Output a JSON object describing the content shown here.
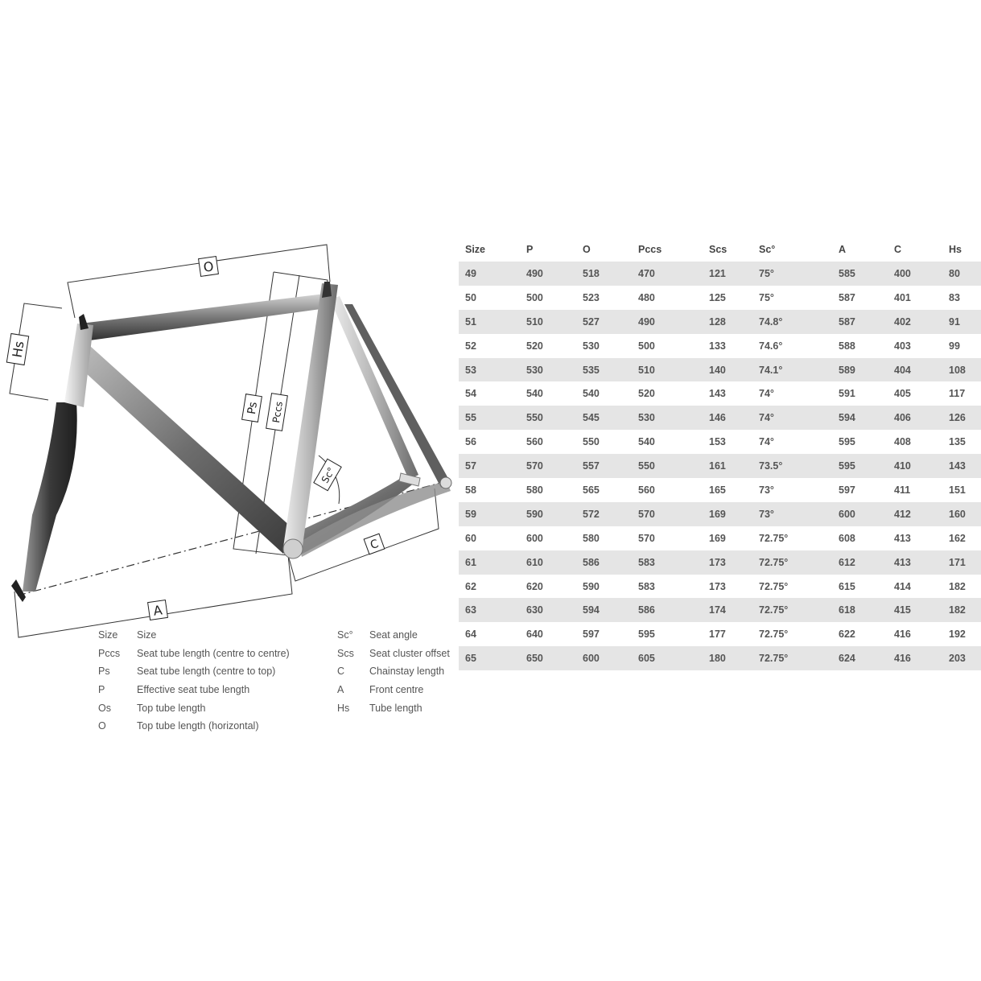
{
  "diagram_labels": {
    "O": "O",
    "Hs": "Hs",
    "Ps": "Ps",
    "Pccs": "Pccs",
    "Sc": "Sc°",
    "C": "C",
    "A": "A"
  },
  "legend": {
    "left": [
      {
        "abbr": "Size",
        "desc": "Size"
      },
      {
        "abbr": "Pccs",
        "desc": "Seat tube length (centre to centre)"
      },
      {
        "abbr": "Ps",
        "desc": "Seat tube length (centre to top)"
      },
      {
        "abbr": "P",
        "desc": "Effective seat tube length"
      },
      {
        "abbr": "Os",
        "desc": "Top tube length"
      },
      {
        "abbr": "O",
        "desc": "Top tube length (horizontal)"
      }
    ],
    "right": [
      {
        "abbr": "Sc°",
        "desc": "Seat angle"
      },
      {
        "abbr": "Scs",
        "desc": "Seat cluster offset"
      },
      {
        "abbr": "C",
        "desc": "Chainstay length"
      },
      {
        "abbr": "A",
        "desc": "Front centre"
      },
      {
        "abbr": "Hs",
        "desc": "Tube length"
      }
    ]
  },
  "table": {
    "headers": [
      "Size",
      "P",
      "O",
      "Pccs",
      "Scs",
      "Sc°",
      "A",
      "C",
      "Hs"
    ],
    "rows": [
      [
        "49",
        "490",
        "518",
        "470",
        "121",
        "75°",
        "585",
        "400",
        "80"
      ],
      [
        "50",
        "500",
        "523",
        "480",
        "125",
        "75°",
        "587",
        "401",
        "83"
      ],
      [
        "51",
        "510",
        "527",
        "490",
        "128",
        "74.8°",
        "587",
        "402",
        "91"
      ],
      [
        "52",
        "520",
        "530",
        "500",
        "133",
        "74.6°",
        "588",
        "403",
        "99"
      ],
      [
        "53",
        "530",
        "535",
        "510",
        "140",
        "74.1°",
        "589",
        "404",
        "108"
      ],
      [
        "54",
        "540",
        "540",
        "520",
        "143",
        "74°",
        "591",
        "405",
        "117"
      ],
      [
        "55",
        "550",
        "545",
        "530",
        "146",
        "74°",
        "594",
        "406",
        "126"
      ],
      [
        "56",
        "560",
        "550",
        "540",
        "153",
        "74°",
        "595",
        "408",
        "135"
      ],
      [
        "57",
        "570",
        "557",
        "550",
        "161",
        "73.5°",
        "595",
        "410",
        "143"
      ],
      [
        "58",
        "580",
        "565",
        "560",
        "165",
        "73°",
        "597",
        "411",
        "151"
      ],
      [
        "59",
        "590",
        "572",
        "570",
        "169",
        "73°",
        "600",
        "412",
        "160"
      ],
      [
        "60",
        "600",
        "580",
        "570",
        "169",
        "72.75°",
        "608",
        "413",
        "162"
      ],
      [
        "61",
        "610",
        "586",
        "583",
        "173",
        "72.75°",
        "612",
        "413",
        "171"
      ],
      [
        "62",
        "620",
        "590",
        "583",
        "173",
        "72.75°",
        "615",
        "414",
        "182"
      ],
      [
        "63",
        "630",
        "594",
        "586",
        "174",
        "72.75°",
        "618",
        "415",
        "182"
      ],
      [
        "64",
        "640",
        "597",
        "595",
        "177",
        "72.75°",
        "622",
        "416",
        "192"
      ],
      [
        "65",
        "650",
        "600",
        "605",
        "180",
        "72.75°",
        "624",
        "416",
        "203"
      ]
    ]
  },
  "colors": {
    "row_stripe": "#e5e5e5",
    "tube_dark": "#555555",
    "tube_light": "#bfbfbf"
  }
}
